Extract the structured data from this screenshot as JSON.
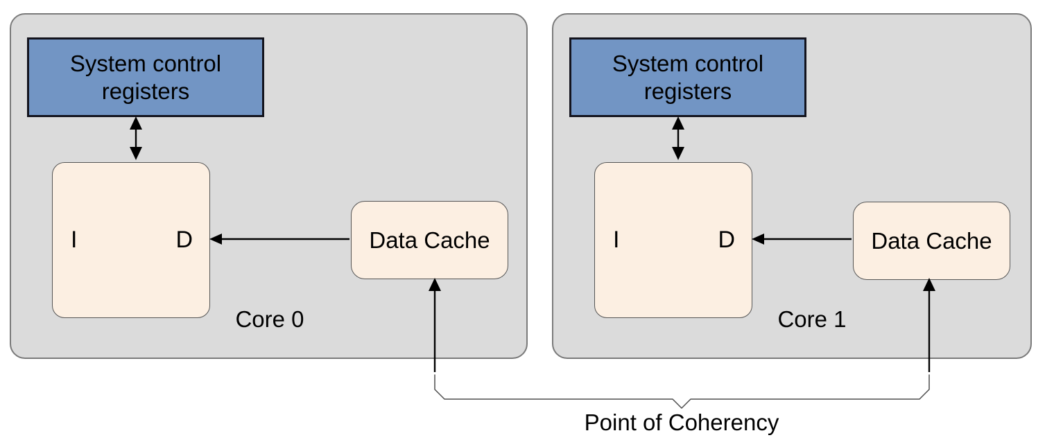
{
  "diagram": {
    "cores": [
      {
        "label": "Core 0",
        "system_control_registers": {
          "line1": "System control",
          "line2": "registers"
        },
        "instruction_label": "I",
        "data_label": "D",
        "data_cache_label": "Data Cache"
      },
      {
        "label": "Core 1",
        "system_control_registers": {
          "line1": "System control",
          "line2": "registers"
        },
        "instruction_label": "I",
        "data_label": "D",
        "data_cache_label": "Data Cache"
      }
    ],
    "point_of_coherency_label": "Point of Coherency",
    "colors": {
      "background": "#ffffff",
      "core_fill": "#dbdbdb",
      "core_border": "#7a7a7a",
      "register_fill": "#7295c4",
      "register_border": "#13131d",
      "cache_fill": "#fcefe2",
      "cache_border": "#545454",
      "arrow": "#000000",
      "brace": "#4d4d4d",
      "text": "#000000"
    }
  }
}
